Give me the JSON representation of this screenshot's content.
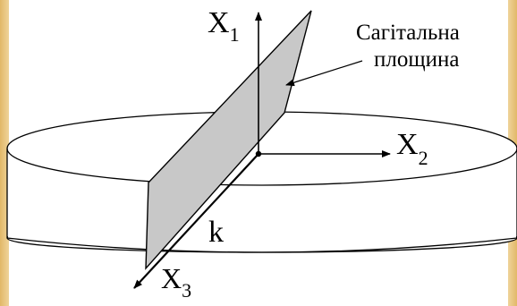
{
  "axes": {
    "x1": {
      "main": "X",
      "sub": "1"
    },
    "x2": {
      "main": "X",
      "sub": "2"
    },
    "x3": {
      "main": "X",
      "sub": "3"
    }
  },
  "plane_label": {
    "line1": "Сагітальна",
    "line2": "площина"
  },
  "vector_label": "k",
  "colors": {
    "plane_fill": "#c8c8c8",
    "stroke": "#000000",
    "frame": "#e7c172",
    "background": "#ffffff"
  }
}
